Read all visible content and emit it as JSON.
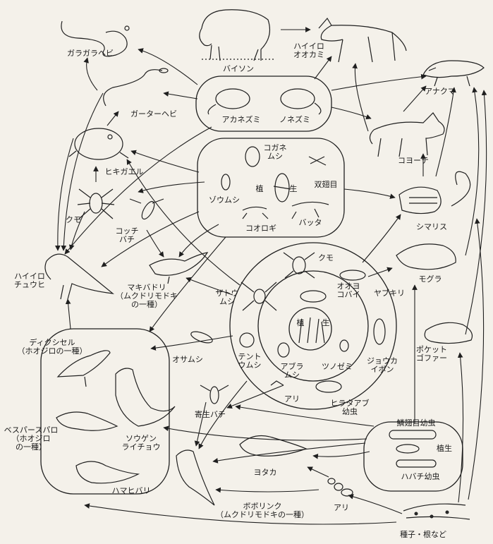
{
  "labels": {
    "rattlesnake": "ガラガラヘビ",
    "bison": "バイソン",
    "gray_wolf": "ハイイロ\nオオカミ",
    "badger": "アナクマ",
    "garter_snake": "ガーターヘビ",
    "red_mouse": "アカネズミ",
    "field_mouse": "ノネズミ",
    "coyote": "コヨーテ",
    "toad": "ヒキガエル",
    "chafer": "コガネ\nムシ",
    "weevil": "ゾウムシ",
    "plants_top": "植",
    "plants_top2": "生",
    "diptera": "双翅目",
    "grasshopper": "バッタ",
    "cricket": "コオロギ",
    "chipmunk": "シマリス",
    "spider_left": "クモ",
    "wasp": "コッチ\nバチ",
    "harrier": "ハイイロ\nチュウヒ",
    "meadowlark": "マキバドリ\n（ムクドリモドキ\nの一種）",
    "spider_ring": "クモ",
    "robberfly": "オオヨ\nコバイ",
    "katydid": "ヤブキリ",
    "mole": "モグラ",
    "zatou_spider": "ザトウ\nムシ",
    "plants_center": "植",
    "plants_center2": "生",
    "ladybug": "テント\nウムシ",
    "aphid": "アブラ\nムシ",
    "leafhopper": "ツノゼミ",
    "blister_beetle": "ジョウカ\nイボン",
    "hoverfly_larva": "ヒラタアブ\n幼虫",
    "ant_ring": "アリ",
    "pocket_gopher": "ポケット\nゴファー",
    "dickcissel": "ディクシセル\n（ホオジロの一種）",
    "assassin_bug": "オサムシ",
    "parasitic_wasp": "寄生バチ",
    "lepidoptera_larva": "鱗翅目幼虫",
    "plants_larva": "植生",
    "sawfly_larva": "ハバチ幼虫",
    "vesper_sparrow": "ベスパースパロ\n（ホオジロ\nの一種）",
    "prairie_chicken": "ソウゲン\nライチョウ",
    "nighthawk": "ヨタカ",
    "horned_lark": "ハマヒバリ",
    "bobolink": "ボボリンク\n（ムクドリモドキの一種）",
    "ant_bottom": "アリ",
    "seeds": "種子・根など"
  },
  "colors": {
    "ink": "#1f1f1f",
    "paper": "#f4f1ea"
  }
}
